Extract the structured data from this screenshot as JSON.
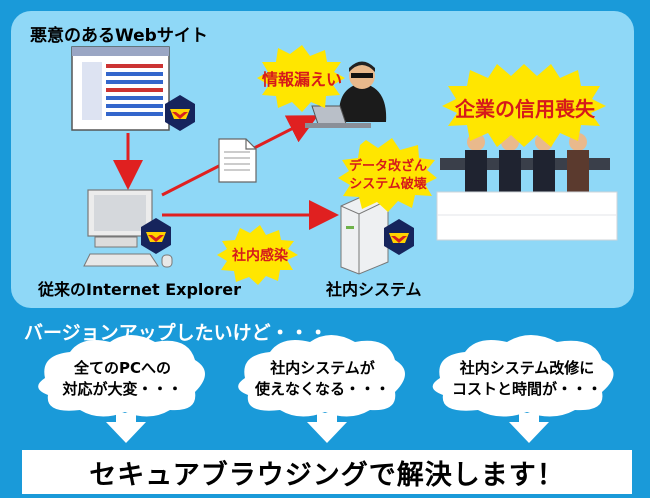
{
  "top_panel": {
    "malicious_site_label": "悪意のあるWebサイト",
    "legacy_ie_label": "従来のInternet Explorer",
    "internal_system_label": "社内システム",
    "burst_info_leak": "情報漏えい",
    "burst_trust_loss": "企業の信用喪失",
    "burst_tamper_line1": "データ改ざん",
    "burst_tamper_line2": "システム破壊",
    "burst_internal_infection": "社内感染"
  },
  "bottom": {
    "question": "バージョンアップしたいけど・・・",
    "concerns": [
      {
        "line1": "全てのPCへの",
        "line2": "対応が大変・・・"
      },
      {
        "line1": "社内システムが",
        "line2": "使えなくなる・・・"
      },
      {
        "line1": "社内システム改修に",
        "line2": "コストと時間が・・・"
      }
    ],
    "solution": "セキュアブラウジングで解決します！"
  },
  "colors": {
    "background": "#1a9ad9",
    "panel": "#8fd8f7",
    "burst": "#ffe600",
    "arrow": "#e02020",
    "arrow_down": "#ffffff"
  }
}
